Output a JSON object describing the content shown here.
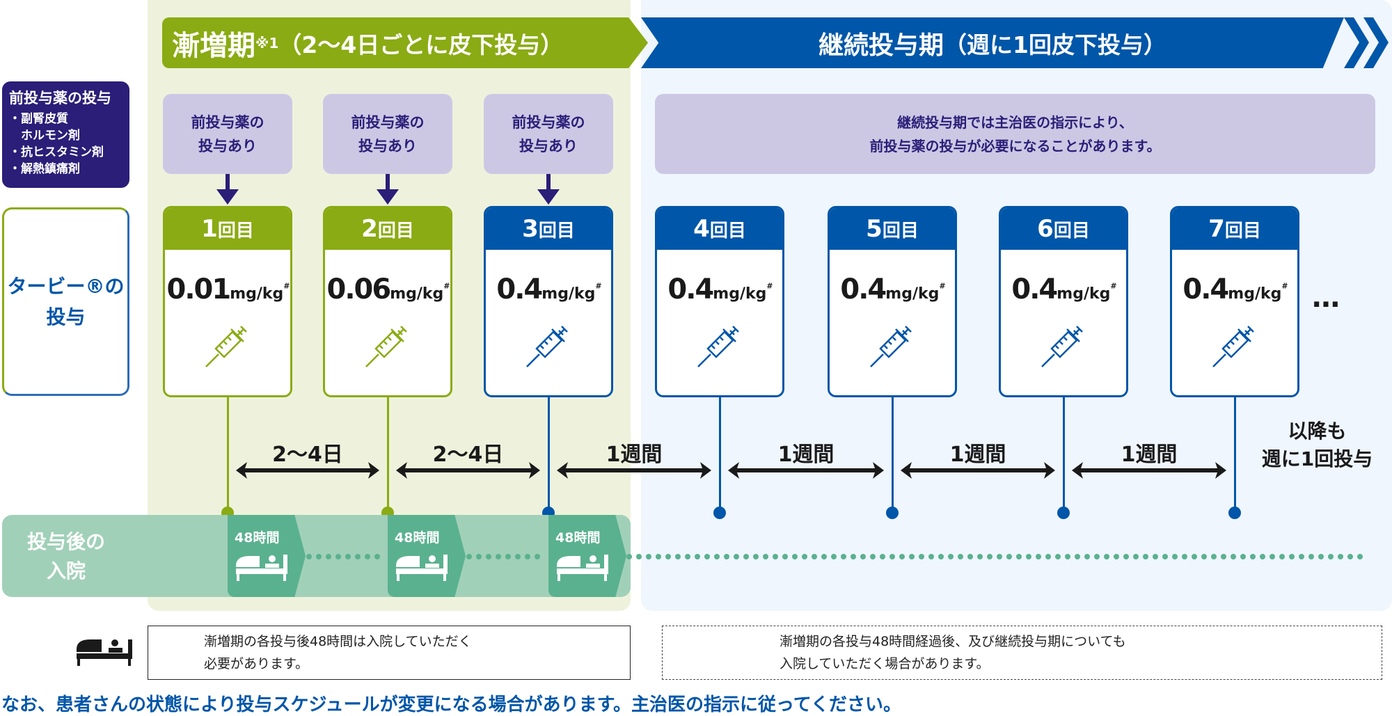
{
  "colors": {
    "green": "#8aab13",
    "blue": "#0056a8",
    "navy": "#2a1e78",
    "black": "#1a1a1a"
  },
  "header_green": {
    "title": "漸増期",
    "note": "※1",
    "sub": "（2〜4日ごとに皮下投与）"
  },
  "header_blue": {
    "title": "継続投与期",
    "sub": "（週に1回皮下投与）"
  },
  "premed_legend": {
    "title": "前投与薬の投与",
    "items": [
      "・副腎皮質",
      "　ホルモン剤",
      "・抗ヒスタミン剤",
      "・解熱鎮痛剤"
    ]
  },
  "drug_label": {
    "line1": "タービー®の",
    "line2": "投与"
  },
  "premed_boxes": [
    {
      "line1": "前投与薬の",
      "line2": "投与あり"
    },
    {
      "line1": "前投与薬の",
      "line2": "投与あり"
    },
    {
      "line1": "前投与薬の",
      "line2": "投与あり"
    },
    {
      "line1": "継続投与期では主治医の指示により、",
      "line2": "前投与薬の投与が必要になることがあります。"
    }
  ],
  "doses": [
    {
      "num": "1",
      "unit_label": "回目",
      "dose": "0.01",
      "unit": "mg/kg",
      "mark": "#",
      "phase": "green"
    },
    {
      "num": "2",
      "unit_label": "回目",
      "dose": "0.06",
      "unit": "mg/kg",
      "mark": "#",
      "phase": "green"
    },
    {
      "num": "3",
      "unit_label": "回目",
      "dose": "0.4",
      "unit": "mg/kg",
      "mark": "#",
      "phase": "blue"
    },
    {
      "num": "4",
      "unit_label": "回目",
      "dose": "0.4",
      "unit": "mg/kg",
      "mark": "#",
      "phase": "blue"
    },
    {
      "num": "5",
      "unit_label": "回目",
      "dose": "0.4",
      "unit": "mg/kg",
      "mark": "#",
      "phase": "blue"
    },
    {
      "num": "6",
      "unit_label": "回目",
      "dose": "0.4",
      "unit": "mg/kg",
      "mark": "#",
      "phase": "blue"
    },
    {
      "num": "7",
      "unit_label": "回目",
      "dose": "0.4",
      "unit": "mg/kg",
      "mark": "#",
      "phase": "blue"
    }
  ],
  "ellipsis": "…",
  "intervals": [
    "2〜4日",
    "2〜4日",
    "1週間",
    "1週間",
    "1週間",
    "1週間"
  ],
  "later": {
    "line1": "以降も",
    "line2": "週に1回投与"
  },
  "hospital": {
    "label1": "投与後の",
    "label2": "入院",
    "tab": "48時間"
  },
  "notes": {
    "note1": [
      "漸増期の各投与後48時間は入院していただく",
      "必要があります。"
    ],
    "note2": [
      "漸増期の各投与48時間経過後、及び継続投与期についても",
      "入院していただく場合があります。"
    ]
  },
  "footer": "なお、患者さんの状態により投与スケジュールが変更になる場合があります。主治医の指示に従ってください。"
}
